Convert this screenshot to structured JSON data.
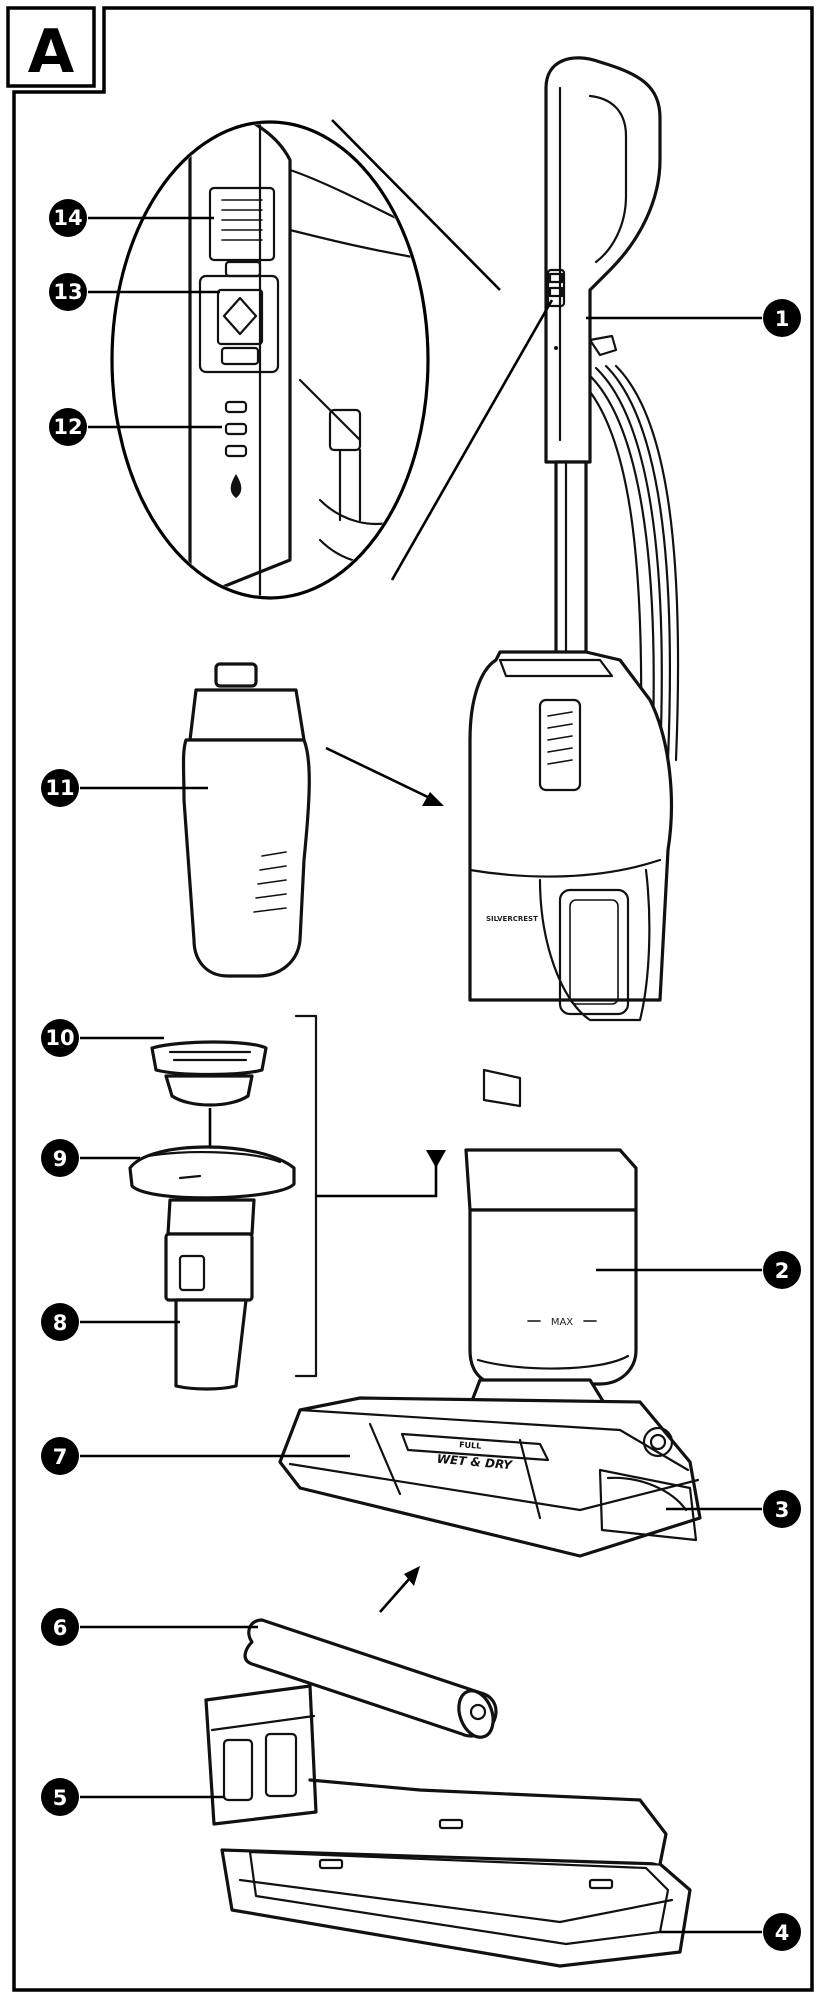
{
  "figure": {
    "panel_letter": "A",
    "product_texts": {
      "brand": "SILVERCREST",
      "tank_level": "MAX",
      "head_indicator": "FULL",
      "head_label": "WET & DRY"
    },
    "callouts": [
      {
        "id": "c1",
        "label": "1"
      },
      {
        "id": "c2",
        "label": "2"
      },
      {
        "id": "c3",
        "label": "3"
      },
      {
        "id": "c4",
        "label": "4"
      },
      {
        "id": "c5",
        "label": "5"
      },
      {
        "id": "c6",
        "label": "6"
      },
      {
        "id": "c7",
        "label": "7"
      },
      {
        "id": "c8",
        "label": "8"
      },
      {
        "id": "c9",
        "label": "9"
      },
      {
        "id": "c10",
        "label": "10"
      },
      {
        "id": "c11",
        "label": "11"
      },
      {
        "id": "c12",
        "label": "12"
      },
      {
        "id": "c13",
        "label": "13"
      },
      {
        "id": "c14",
        "label": "14"
      }
    ]
  }
}
